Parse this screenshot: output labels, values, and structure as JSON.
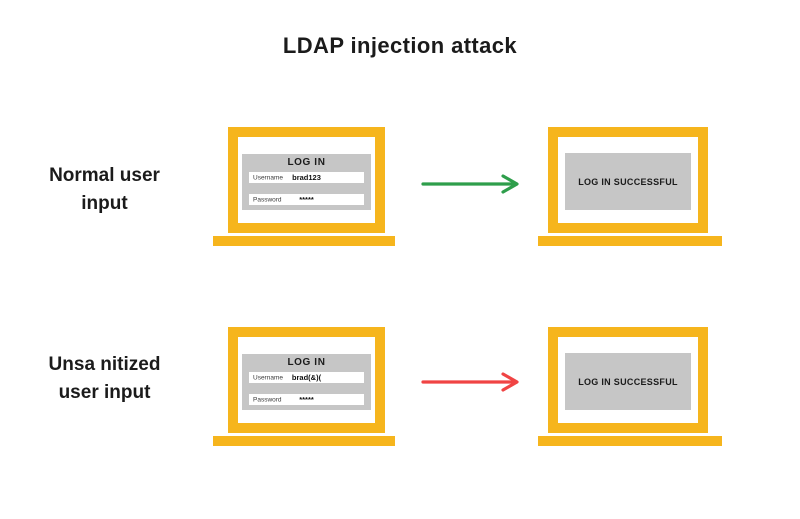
{
  "title": "LDAP injection attack",
  "colors": {
    "yellow": "#F6B51D",
    "panel": "#C6C6C6",
    "green": "#2E9E4B",
    "red": "#F04444",
    "text": "#1B1B1B"
  },
  "rows": [
    {
      "label_line1": "Normal user",
      "label_line2": "input",
      "login": {
        "heading": "LOG IN",
        "username_label": "Username",
        "username_value": "brad123",
        "password_label": "Password",
        "password_value": "*****"
      },
      "arrow": "green-arrow",
      "result": "LOG IN SUCCESSFUL"
    },
    {
      "label_line1": "Unsa nitized",
      "label_line2": "user input",
      "login": {
        "heading": "LOG IN",
        "username_label": "Username",
        "username_value": "brad(&)(",
        "password_label": "Password",
        "password_value": "*****"
      },
      "arrow": "red-arrow",
      "result": "LOG IN SUCCESSFUL"
    }
  ]
}
